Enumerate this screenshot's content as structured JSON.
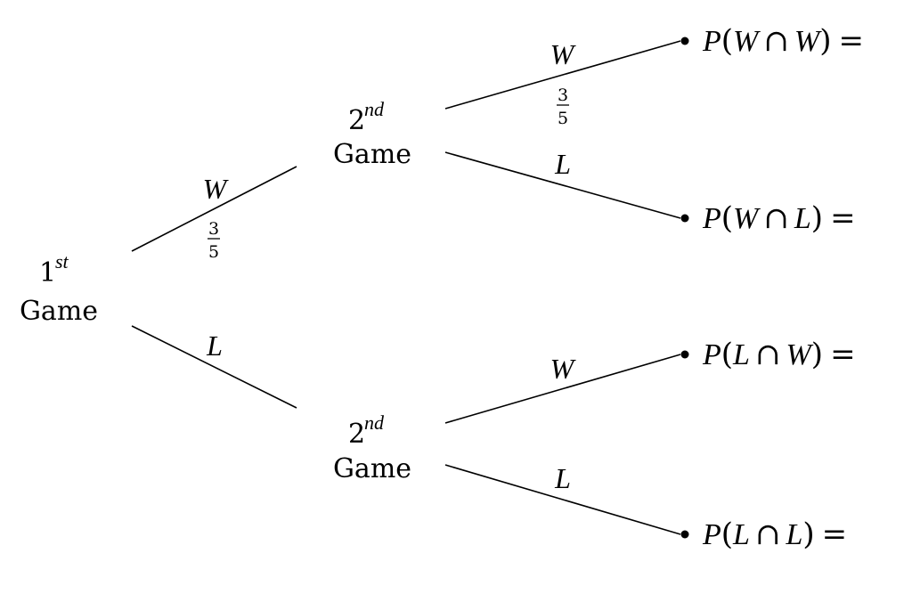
{
  "nodes": {
    "root": {
      "ordinal": "1",
      "suffix": "st",
      "word": "Game"
    },
    "upper": {
      "ordinal": "2",
      "suffix": "nd",
      "word": "Game"
    },
    "lower": {
      "ordinal": "2",
      "suffix": "nd",
      "word": "Game"
    }
  },
  "branches": {
    "first_w": {
      "label": "W",
      "prob_num": "3",
      "prob_den": "5"
    },
    "first_l": {
      "label": "L"
    },
    "upper_w": {
      "label": "W",
      "prob_num": "3",
      "prob_den": "5"
    },
    "upper_l": {
      "label": "L"
    },
    "lower_w": {
      "label": "W"
    },
    "lower_l": {
      "label": "L"
    }
  },
  "outcomes": {
    "ww": {
      "p": "P",
      "open": "(",
      "a": "W",
      "cap": "∩",
      "b": "W",
      "close": ")",
      "eq": "="
    },
    "wl": {
      "p": "P",
      "open": "(",
      "a": "W",
      "cap": "∩",
      "b": "L",
      "close": ")",
      "eq": "="
    },
    "lw": {
      "p": "P",
      "open": "(",
      "a": "L",
      "cap": "∩",
      "b": "W",
      "close": ")",
      "eq": "="
    },
    "ll": {
      "p": "P",
      "open": "(",
      "a": "L",
      "cap": "∩",
      "b": "L",
      "close": ")",
      "eq": "="
    }
  }
}
